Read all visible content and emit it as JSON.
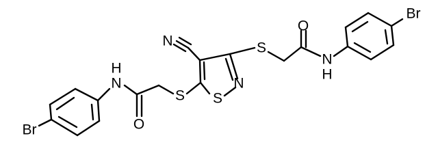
{
  "molecule": {
    "atoms": [
      {
        "id": "br1",
        "label": "Br"
      },
      {
        "id": "nh1",
        "label": "H",
        "label2": "N"
      },
      {
        "id": "o1",
        "label": "O"
      },
      {
        "id": "s1",
        "label": "S"
      },
      {
        "id": "s_ring",
        "label": "S"
      },
      {
        "id": "n_ring",
        "label": "N"
      },
      {
        "id": "n_cyano",
        "label": "N"
      },
      {
        "id": "s2",
        "label": "S"
      },
      {
        "id": "o2",
        "label": "O"
      },
      {
        "id": "nh2",
        "label": "N",
        "label2": "H"
      },
      {
        "id": "br2",
        "label": "Br"
      }
    ]
  }
}
